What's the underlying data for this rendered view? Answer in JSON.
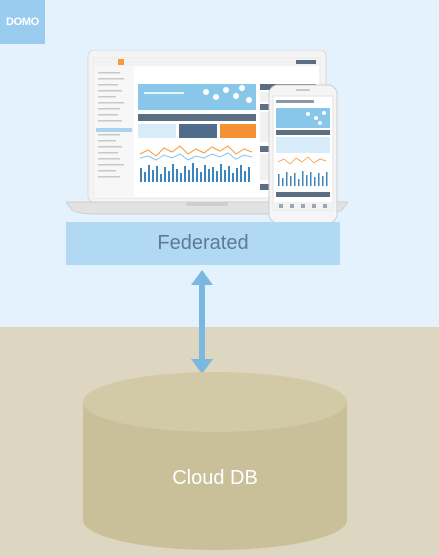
{
  "logo": {
    "text": "DOMO"
  },
  "federated": {
    "label": "Federated"
  },
  "database": {
    "label": "Cloud DB"
  },
  "colors": {
    "top_background": "#e3f2fc",
    "bottom_background": "#ddd6c0",
    "federated_box": "#b1d9f3",
    "arrow": "#7bb8e0",
    "cylinder": "#c9bf98",
    "cylinder_top": "#d2c9a6",
    "logo_tile": "#99ccee"
  },
  "icons": [
    "domo-logo",
    "laptop-dashboard-icon",
    "phone-dashboard-icon",
    "double-arrow-icon",
    "database-cylinder-icon"
  ]
}
